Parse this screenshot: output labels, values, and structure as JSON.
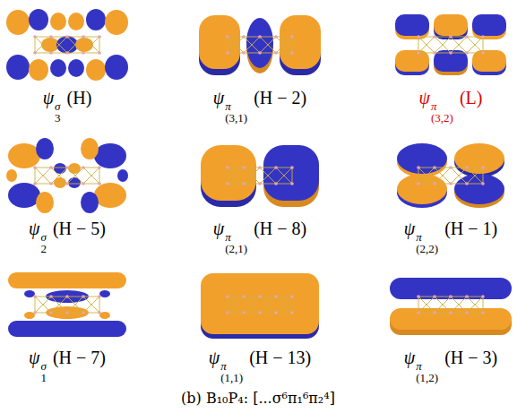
{
  "diagram": {
    "caption": "(b) B₁₀P₄: [...σ⁶π₁⁶π₂⁴]",
    "labels": [
      "ψ3σ (H)",
      "ψ(3,1)π (H − 2)",
      "ψ(3,2)π (L)",
      "ψ2σ (H − 5)",
      "ψ(2,1)π (H − 8)",
      "ψ(2,2)π (H − 1)",
      "ψ1σ (H − 7)",
      "ψ(1,1)π (H − 13)",
      "ψ(1,2)π (H − 3)"
    ]
  }
}
